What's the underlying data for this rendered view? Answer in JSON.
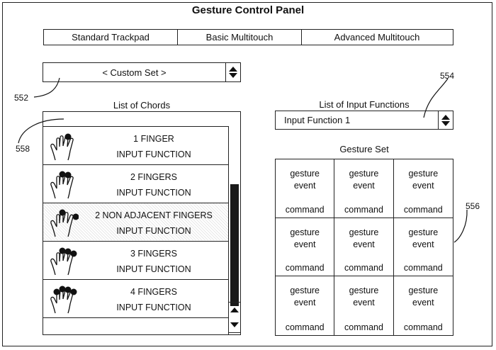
{
  "panel": {
    "title": "Gesture Control Panel"
  },
  "mode_tabs": [
    "Standard Trackpad",
    "Basic Multitouch",
    "Advanced Multitouch"
  ],
  "chord_set_select": {
    "value": "< Custom Set >"
  },
  "chords": {
    "heading": "List of Chords",
    "items": [
      {
        "line1": "1 FINGER",
        "line2": "INPUT FUNCTION",
        "dots": 1
      },
      {
        "line1": "2 FINGERS",
        "line2": "INPUT FUNCTION",
        "dots": 2
      },
      {
        "line1": "2 NON ADJACENT FINGERS",
        "line2": "INPUT FUNCTION",
        "dots": 2
      },
      {
        "line1": "3 FINGERS",
        "line2": "INPUT FUNCTION",
        "dots": 3
      },
      {
        "line1": "4 FINGERS",
        "line2": "INPUT FUNCTION",
        "dots": 4
      }
    ]
  },
  "input_functions": {
    "heading": "List of Input Functions",
    "value": "Input Function 1"
  },
  "gesture_set": {
    "heading": "Gesture Set",
    "cells": [
      {
        "event": "gesture event",
        "command": "command"
      },
      {
        "event": "gesture event",
        "command": "command"
      },
      {
        "event": "gesture event",
        "command": "command"
      },
      {
        "event": "gesture event",
        "command": "command"
      },
      {
        "event": "gesture event",
        "command": "command"
      },
      {
        "event": "gesture event",
        "command": "command"
      },
      {
        "event": "gesture event",
        "command": "command"
      },
      {
        "event": "gesture event",
        "command": "command"
      },
      {
        "event": "gesture event",
        "command": "command"
      }
    ]
  },
  "callouts": {
    "set_select": "552",
    "chord_list": "558",
    "input_functions": "554",
    "gesture_set": "556"
  },
  "icons": {
    "hand": "hand-icon",
    "fingertip": "fingertip-dot-icon",
    "spin_up": "triangle-up-icon",
    "spin_down": "triangle-down-icon"
  }
}
